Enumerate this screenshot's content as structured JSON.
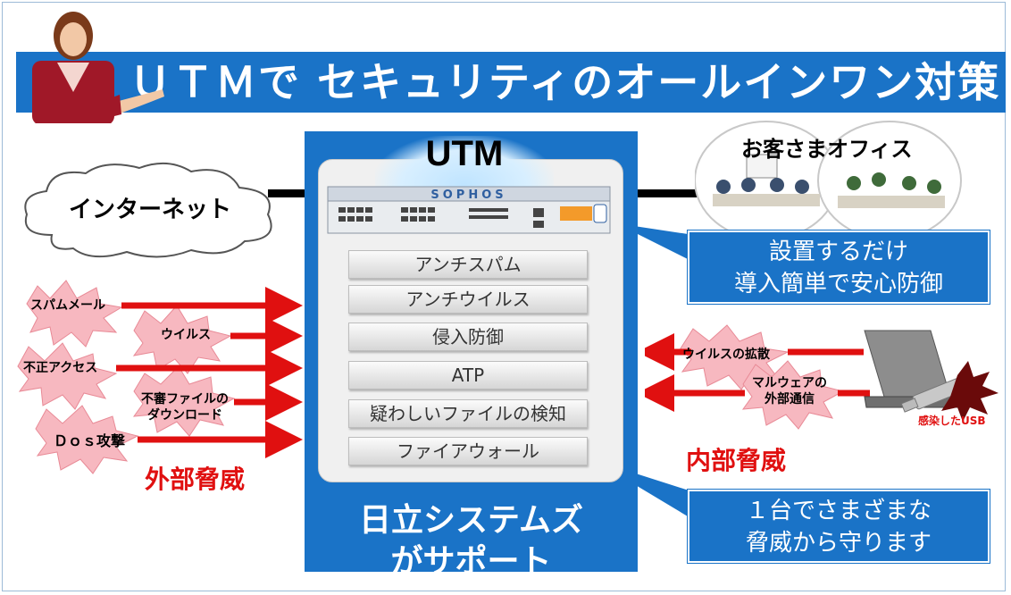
{
  "title": "ＵＴＭで セキュリティのオールインワン対策",
  "utm": {
    "label": "UTM",
    "brand": "SOPHOS",
    "features": [
      "アンチスパム",
      "アンチウイルス",
      "侵入防御",
      "ATP",
      "疑わしいファイルの検知",
      "ファイアウォール"
    ],
    "support_line1": "日立システムズ",
    "support_line2": "がサポート"
  },
  "internet_label": "インターネット",
  "office_label": "お客さまオフィス",
  "callouts": {
    "install_line1": "設置するだけ",
    "install_line2": "導入簡単で安心防御",
    "protect_line1": "１台でさまざまな",
    "protect_line2": "脅威から守ります"
  },
  "external_threats": {
    "heading": "外部脅威",
    "items": [
      "スパムメール",
      "ウイルス",
      "不正アクセス",
      "不審ファイルの",
      "ダウンロード",
      "Ｄｏｓ攻撃"
    ]
  },
  "internal_threats": {
    "heading": "内部脅威",
    "items": [
      "ウイルスの拡散",
      "マルウェアの",
      "外部通信"
    ],
    "usb_label": "感染したUSB"
  },
  "colors": {
    "primary_blue": "#1a73c7",
    "threat_red": "#e01010",
    "burst_pink": "#f7b8c0"
  }
}
